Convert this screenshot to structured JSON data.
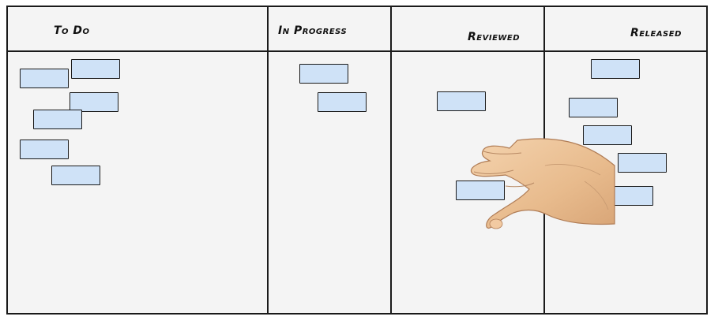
{
  "board": {
    "columns": [
      {
        "title": "To Do",
        "card_count": 6
      },
      {
        "title": "In Progress",
        "card_count": 2
      },
      {
        "title": "Reviewed",
        "card_count": 2
      },
      {
        "title": "Released",
        "card_count": 5
      }
    ]
  },
  "colors": {
    "card_fill": "#cfe2f7",
    "border": "#1a1a1a",
    "board_background": "#f4f4f4"
  },
  "decorations": {
    "hand": "hand-grabbing-card"
  }
}
